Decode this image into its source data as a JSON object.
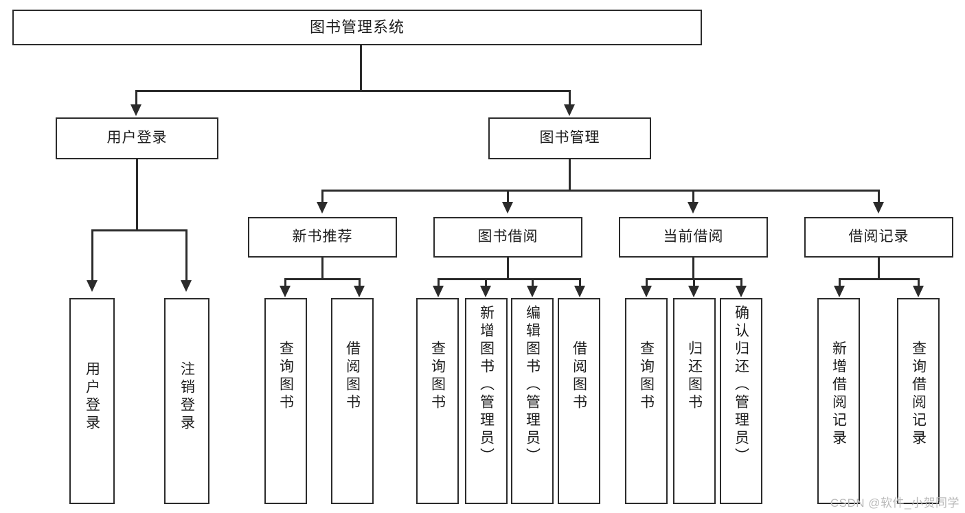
{
  "diagram": {
    "title": "图书管理系统",
    "watermark": "CSDN @软件_小贺同学",
    "line_color": "#2b2b2b",
    "box_fill": "#ffffff",
    "text_color": "#1d1d1d",
    "watermark_color": "#b9b9b9"
  },
  "root": {
    "label": "图书管理系统"
  },
  "level2": [
    {
      "label": "用户登录"
    },
    {
      "label": "图书管理"
    }
  ],
  "level3": [
    {
      "label": "新书推荐"
    },
    {
      "label": "图书借阅"
    },
    {
      "label": "当前借阅"
    },
    {
      "label": "借阅记录"
    }
  ],
  "leaves": {
    "user_login": [
      {
        "label": "用户登录"
      },
      {
        "label": "注销登录"
      }
    ],
    "new_book_recommend": [
      {
        "label": "查询图书"
      },
      {
        "label": "借阅图书"
      }
    ],
    "book_borrow": [
      {
        "label": "查询图书"
      },
      {
        "label": "新增图书（管理员）"
      },
      {
        "label": "编辑图书（管理员）"
      },
      {
        "label": "借阅图书"
      }
    ],
    "current_borrow": [
      {
        "label": "查询图书"
      },
      {
        "label": "归还图书"
      },
      {
        "label": "确认归还（管理员）"
      }
    ],
    "borrow_record": [
      {
        "label": "新增借阅记录"
      },
      {
        "label": "查询借阅记录"
      }
    ]
  },
  "chart_data": {
    "type": "table",
    "title": "图书管理系统 功能结构图",
    "hierarchy": [
      {
        "label": "图书管理系统",
        "children": [
          {
            "label": "用户登录",
            "children": [
              {
                "label": "用户登录"
              },
              {
                "label": "注销登录"
              }
            ]
          },
          {
            "label": "图书管理",
            "children": [
              {
                "label": "新书推荐",
                "children": [
                  {
                    "label": "查询图书"
                  },
                  {
                    "label": "借阅图书"
                  }
                ]
              },
              {
                "label": "图书借阅",
                "children": [
                  {
                    "label": "查询图书"
                  },
                  {
                    "label": "新增图书（管理员）"
                  },
                  {
                    "label": "编辑图书（管理员）"
                  },
                  {
                    "label": "借阅图书"
                  }
                ]
              },
              {
                "label": "当前借阅",
                "children": [
                  {
                    "label": "查询图书"
                  },
                  {
                    "label": "归还图书"
                  },
                  {
                    "label": "确认归还（管理员）"
                  }
                ]
              },
              {
                "label": "借阅记录",
                "children": [
                  {
                    "label": "新增借阅记录"
                  },
                  {
                    "label": "查询借阅记录"
                  }
                ]
              }
            ]
          }
        ]
      }
    ]
  }
}
